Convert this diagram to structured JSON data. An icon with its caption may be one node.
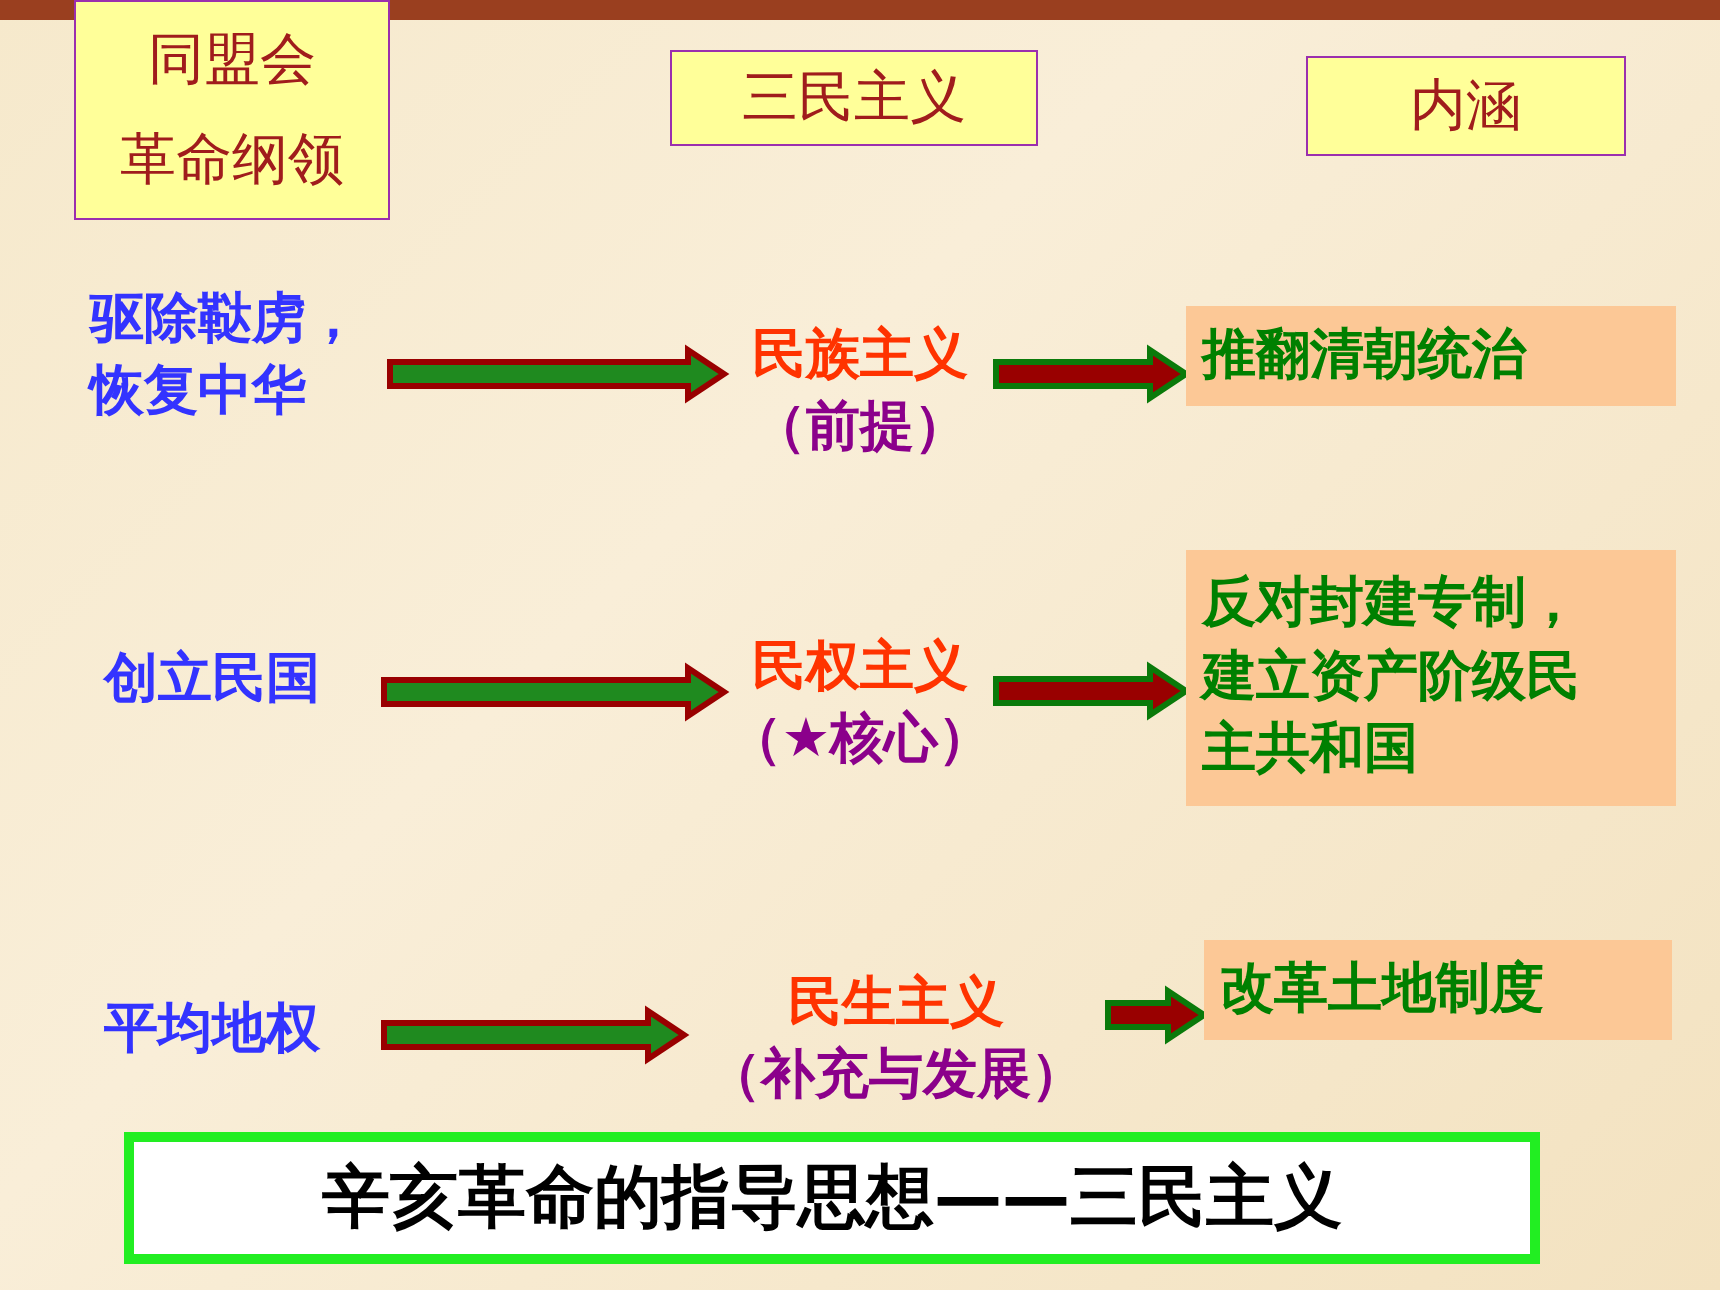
{
  "diagram": {
    "title": "辛亥革命的指导思想——三民主义",
    "nodes": [
      {
        "text": [
          "同盟会",
          "革命纲领"
        ]
      },
      {
        "text": [
          "三民主义"
        ]
      },
      {
        "text": [
          "内涵"
        ]
      },
      {
        "text": [
          "驱除鞑虏，恢复中华"
        ]
      },
      {
        "text": [
          "创立民国"
        ]
      },
      {
        "text": [
          "平均地权"
        ]
      },
      {
        "text": [
          "民族主义",
          "（前提）"
        ]
      },
      {
        "text": [
          "民权主义",
          "（★核心）"
        ]
      },
      {
        "text": [
          "民生主义",
          "（补充与发展）"
        ]
      },
      {
        "text": [
          "推翻清朝统治"
        ]
      },
      {
        "text": [
          "反对封建专制，建立资产阶级民主共和国"
        ]
      },
      {
        "text": [
          "改革土地制度"
        ]
      }
    ],
    "edges": [
      {
        "from": 3,
        "to": 6,
        "arrow": "to"
      },
      {
        "from": 6,
        "to": 9,
        "arrow": "to"
      },
      {
        "from": 4,
        "to": 7,
        "arrow": "to"
      },
      {
        "from": 7,
        "to": 10,
        "arrow": "to"
      },
      {
        "from": 5,
        "to": 8,
        "arrow": "to"
      },
      {
        "from": 8,
        "to": 11,
        "arrow": "to"
      }
    ]
  }
}
